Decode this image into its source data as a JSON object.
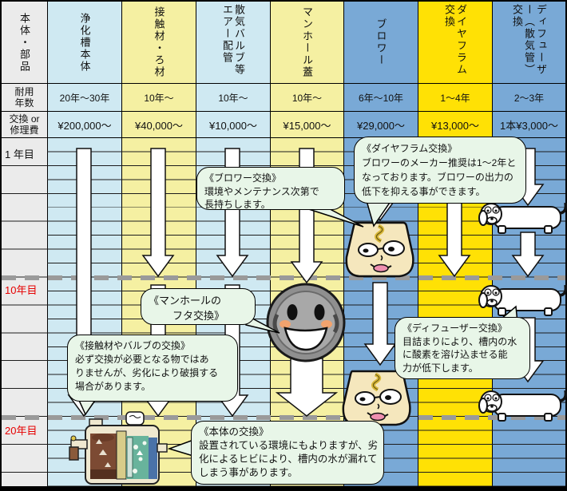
{
  "table": {
    "corner": "本体・部品",
    "life_label": [
      "耐用",
      "年数"
    ],
    "cost_label": [
      "交換 or",
      "修理費"
    ],
    "columns": [
      {
        "name": "浄化槽本体",
        "life": "20年〜30年",
        "cost": "¥200,000〜"
      },
      {
        "name": "接触材・ろ材",
        "life": "10年〜",
        "cost": "¥40,000〜"
      },
      {
        "name": "散気バルブ等エアー配管",
        "life": "10年〜",
        "cost": "¥10,000〜"
      },
      {
        "name": "マンホール蓋",
        "life": "10年〜",
        "cost": "¥15,000〜"
      },
      {
        "name": "ブロワー",
        "life": "6年〜10年",
        "cost": "¥29,000〜"
      },
      {
        "name": "ダイヤフラム交換",
        "life": "1〜4年",
        "cost": "¥13,000〜"
      },
      {
        "name": "ディフューザー（散気管）交換",
        "life": "2〜3年",
        "cost": "1本¥3,000〜"
      }
    ]
  },
  "timeline": {
    "year1": "1 年目",
    "year10": "10年目",
    "year20": "20年目"
  },
  "bubbles": {
    "blower": {
      "lines": [
        "《ブロワー交換》",
        "環境やメンテナンス次第で",
        "長持ちします。"
      ]
    },
    "diaphragm": {
      "lines": [
        "《ダイヤフラム交換》",
        "ブロワーのメーカー推奨は1〜2年と",
        "なっております。ブロワーの出力の",
        "低下を抑える事ができます。"
      ]
    },
    "manhole": {
      "lines": [
        "《マンホールの",
        "フタ交換》"
      ]
    },
    "contact": {
      "lines": [
        "《接触材やバルブの交換》",
        "必ず交換が必要となる物ではあ",
        "りませんが、劣化により破損する",
        "場合があります。"
      ]
    },
    "diffuser": {
      "lines": [
        "《ディフューザー交換》",
        "目詰まりにより、槽内の水",
        "に酸素を溶け込ませる能",
        "力が低下します。"
      ]
    },
    "tank": {
      "lines": [
        "《本体の交換》",
        "設置されている環境にもよりますが、劣",
        "化によるヒビにより、槽内の水が漏れて",
        "しまう事があります。"
      ]
    }
  },
  "colors": {
    "light_blue": "#cfe9f2",
    "pale_yellow": "#f5f0a2",
    "medium_blue": "#79a9d6",
    "bright_yellow": "#ffe105",
    "label_gray": "#ebebeb",
    "bubble_green": "#e8f6e8",
    "timeline_red": "#e60000",
    "dash_gray": "#9a9a9a",
    "arrow_white": "#ffffff"
  }
}
